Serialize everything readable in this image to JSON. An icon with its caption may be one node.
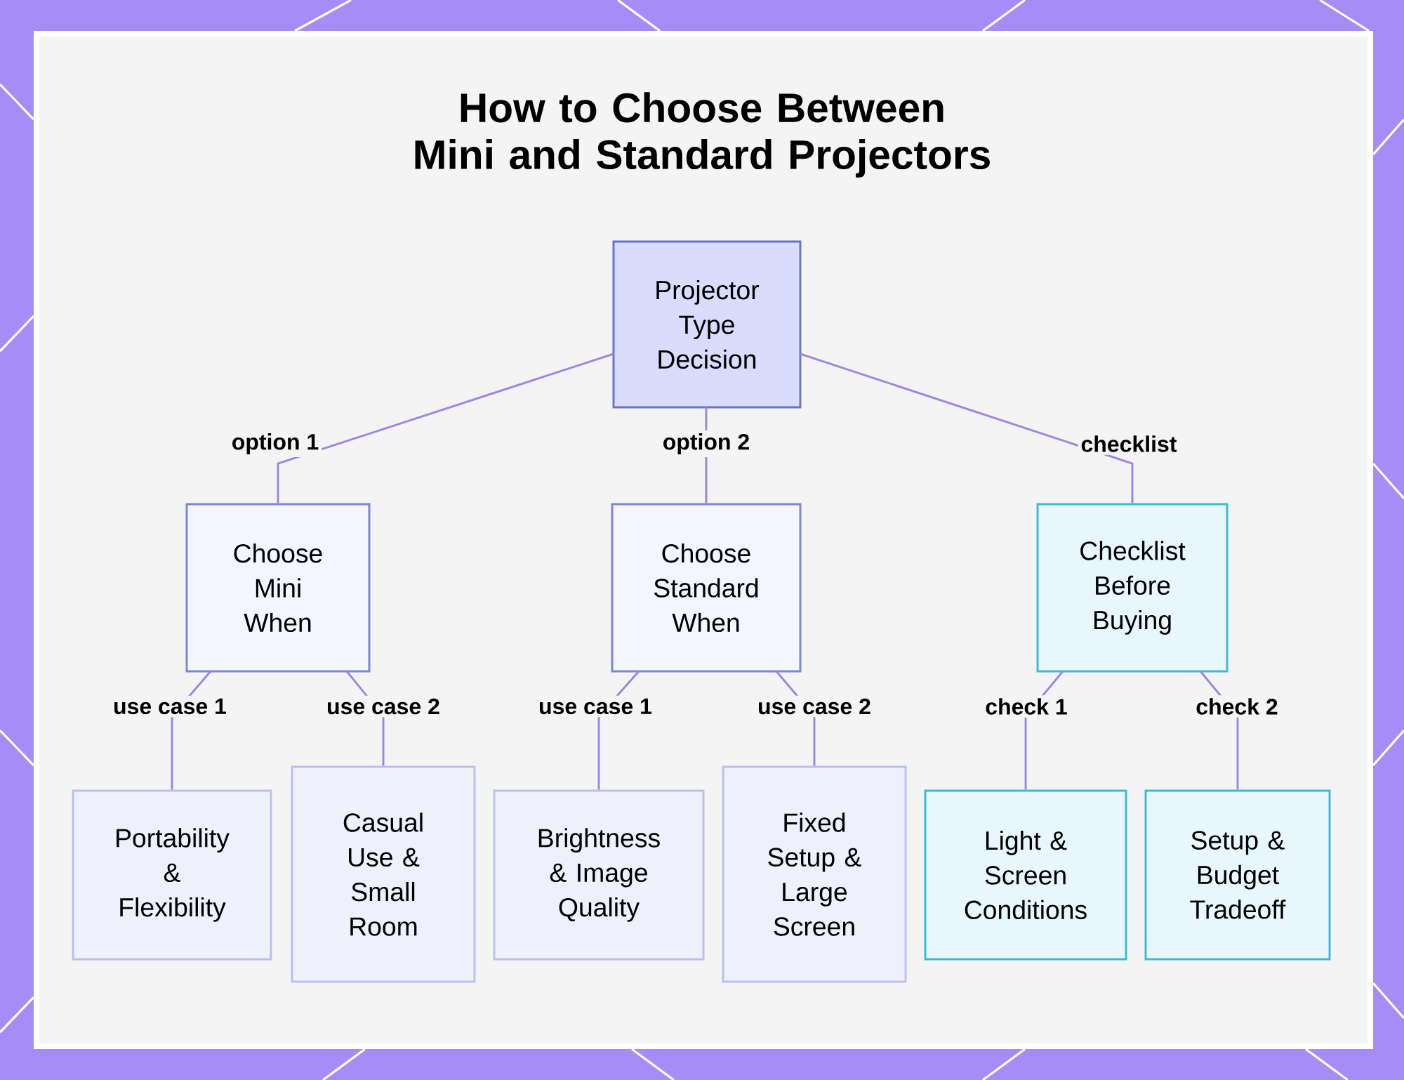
{
  "diagram": {
    "title": "How to Choose Between Mini and Standard Projectors",
    "nodes": [
      {
        "text": [
          "Projector Type Decision"
        ]
      },
      {
        "text": [
          "Choose Mini When"
        ]
      },
      {
        "text": [
          "Choose Standard When"
        ]
      },
      {
        "text": [
          "Checklist Before Buying"
        ]
      },
      {
        "text": [
          "Portability & Flexibility"
        ]
      },
      {
        "text": [
          "Casual Use & Small Room"
        ]
      },
      {
        "text": [
          "Brightness & Image Quality"
        ]
      },
      {
        "text": [
          "Fixed Setup & Large Screen"
        ]
      },
      {
        "text": [
          "Light & Screen Conditions"
        ]
      },
      {
        "text": [
          "Setup & Budget Tradeoff"
        ]
      }
    ],
    "edges": [
      {
        "from": 0,
        "to": 1,
        "arrow": "none",
        "label": "option 1"
      },
      {
        "from": 0,
        "to": 2,
        "arrow": "none",
        "label": "option 2"
      },
      {
        "from": 0,
        "to": 3,
        "arrow": "none",
        "label": "checklist"
      },
      {
        "from": 1,
        "to": 4,
        "arrow": "none",
        "label": "use case 1"
      },
      {
        "from": 1,
        "to": 5,
        "arrow": "none",
        "label": "use case 2"
      },
      {
        "from": 2,
        "to": 6,
        "arrow": "none",
        "label": "use case 1"
      },
      {
        "from": 2,
        "to": 7,
        "arrow": "none",
        "label": "use case 2"
      },
      {
        "from": 3,
        "to": 8,
        "arrow": "none",
        "label": "check 1"
      },
      {
        "from": 3,
        "to": 9,
        "arrow": "none",
        "label": "check 2"
      }
    ]
  }
}
